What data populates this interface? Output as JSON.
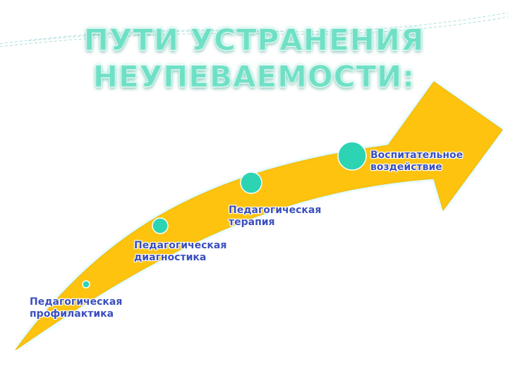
{
  "title": {
    "line1": "ПУТИ УСТРАНЕНИЯ",
    "line2": "НЕУПЕВАЕМОСТИ:"
  },
  "steps": [
    {
      "line1": "Педагогическая",
      "line2": "профилактика"
    },
    {
      "line1": "Педагогическая",
      "line2": "диагностика"
    },
    {
      "line1": "Педагогическая",
      "line2": "терапия"
    },
    {
      "line1": "Воспитательное",
      "line2": "воздействие"
    }
  ],
  "colors": {
    "arrow_fill": "#fdc30f",
    "arrow_glow": "#7fe7ea",
    "dot_fill": "#2dd4b4",
    "title_fill": "#6fe0c6",
    "label_text": "#3a4fbe"
  }
}
